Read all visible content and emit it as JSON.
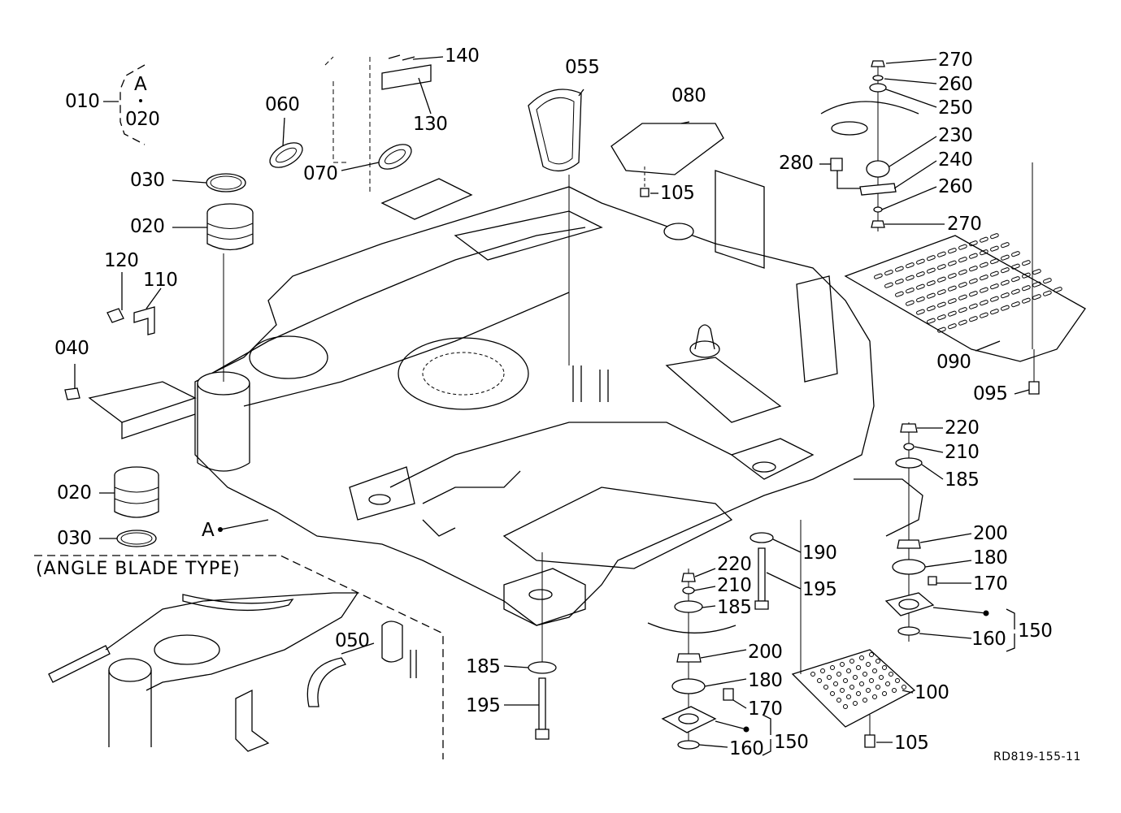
{
  "diagram": {
    "drawing_code": "RD819-155-11",
    "section_label": "(ANGLE BLADE TYPE)",
    "assembly_marker": "A",
    "callouts": {
      "p010": "010",
      "p020_top": "020",
      "p_A_top": "A",
      "p030_top": "030",
      "p020_mid": "020",
      "p120": "120",
      "p110": "110",
      "p040": "040",
      "p020_low": "020",
      "p030_low": "030",
      "p_A_low": "A",
      "p140": "140",
      "p130": "130",
      "p060": "060",
      "p070": "070",
      "p055": "055",
      "p080": "080",
      "p105_top": "105",
      "p270_top": "270",
      "p260_top": "260",
      "p250": "250",
      "p230": "230",
      "p280": "280",
      "p240": "240",
      "p260_low": "260",
      "p270_low": "270",
      "p090": "090",
      "p095": "095",
      "p220_r": "220",
      "p210_r": "210",
      "p185_r": "185",
      "p200_r": "200",
      "p180_r": "180",
      "p170_r": "170",
      "p160_r": "160",
      "p150_r": "150",
      "p190": "190",
      "p195_m": "195",
      "p220_m": "220",
      "p210_m": "210",
      "p185_m": "185",
      "p200_m": "200",
      "p180_m": "180",
      "p170_m": "170",
      "p160_m": "160",
      "p150_m": "150",
      "p100": "100",
      "p105_low": "105",
      "p185_l": "185",
      "p195_l": "195",
      "p050": "050"
    }
  }
}
